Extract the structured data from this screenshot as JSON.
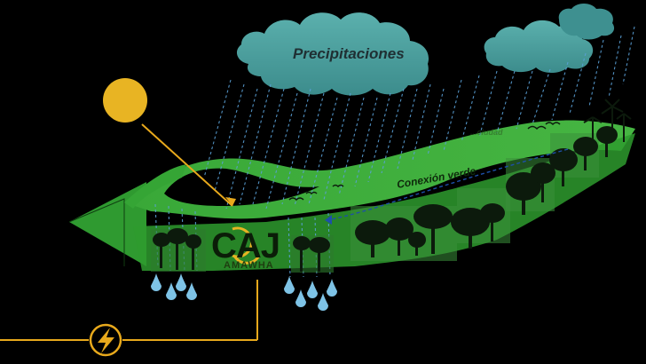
{
  "labels": {
    "precipitation": "Precipitaciones",
    "green_connection": "Conexión verde",
    "faded_top_label": "...ciudad",
    "logo_letters": "CAJ",
    "logo_subtitle": "AMAWHA"
  },
  "icons": {
    "sun": "sun-icon",
    "clouds": "cloud-icon",
    "energy": "lightning-bolt-icon",
    "drops": "water-drop-icon",
    "trees": "tree-icon",
    "birds": "bird-icon"
  },
  "colors": {
    "background": "#000000",
    "green_band": "#3bab3a",
    "green_dark": "#2a8a2a",
    "cloud": "#4a9e9e",
    "sun": "#e8b423",
    "energy_line": "#e8a91c",
    "rain": "#5aa0d6",
    "drop": "#7ec3e6",
    "trees": "#0c1a0c"
  }
}
